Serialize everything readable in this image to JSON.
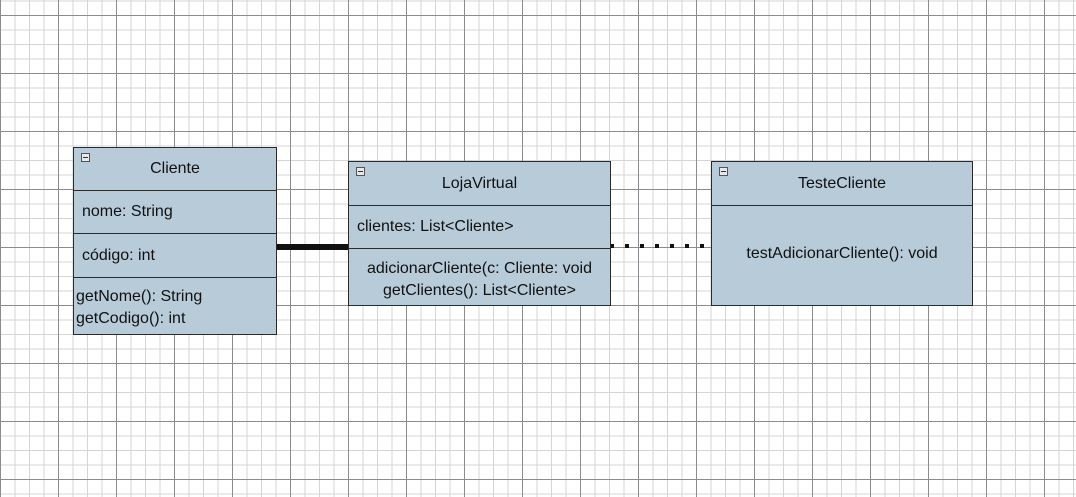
{
  "classes": {
    "cliente": {
      "name": "Cliente",
      "attributes": [
        "nome: String",
        "código: int"
      ],
      "methods": [
        "getNome(): String",
        "getCodigo(): int"
      ]
    },
    "loja": {
      "name": "LojaVirtual",
      "attributes": [
        "clientes: List<Cliente>"
      ],
      "methods": [
        "adicionarCliente(c: Cliente: void",
        "getClientes(): List<Cliente>"
      ]
    },
    "teste": {
      "name": "TesteCliente",
      "methods": [
        "testAdicionarCliente(): void"
      ]
    }
  },
  "icons": {
    "collapse": "collapse-icon"
  },
  "colors": {
    "class_fill": "#b8cbd9",
    "border": "#2a2a2a",
    "grid_major": "#8c8c8c",
    "grid_minor": "#d4d4d4"
  }
}
